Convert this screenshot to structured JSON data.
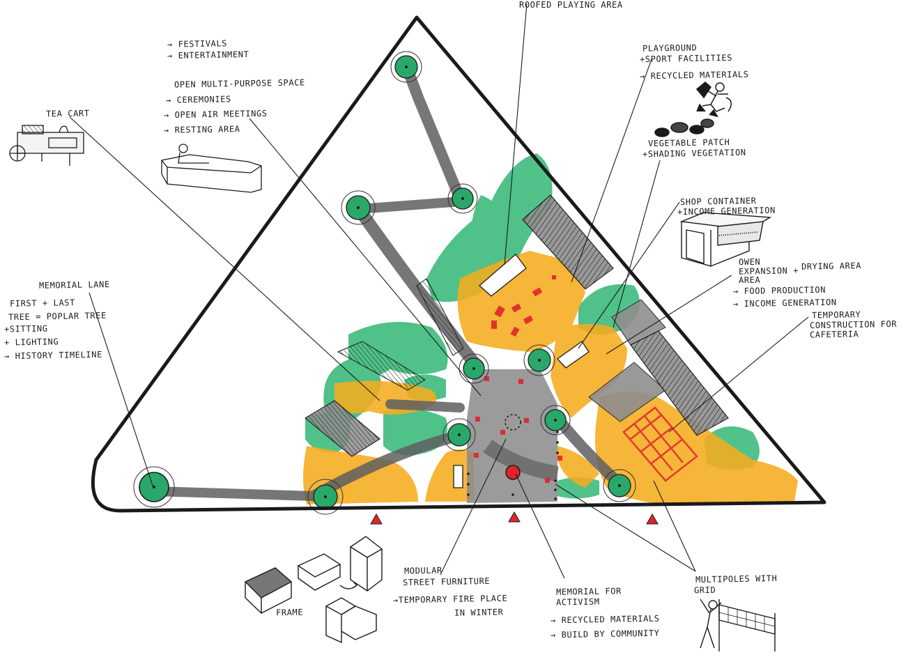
{
  "labels": {
    "roofed_playing_area": "ROOFED PLAYING AREA",
    "festivals": "→ FESTIVALS",
    "entertainment": "→ ENTERTAINMENT",
    "open_multi_purpose": "OPEN MULTI-PURPOSE SPACE",
    "ceremonies": "→ CEREMONIES",
    "open_air_meetings": "→ OPEN AIR MEETINGS",
    "resting_area": "→ RESTING AREA",
    "tea_cart": "TEA CART",
    "playground": "PLAYGROUND",
    "sport_facilities": "+SPORT FACILITIES",
    "recycled_materials_1": "→ RECYCLED MATERIALS",
    "vegetable_patch": "VEGETABLE PATCH",
    "shading_vegetation": "+SHADING VEGETATION",
    "shop_container": "SHOP CONTAINER",
    "income_generation_1": "+INCOME GENERATION",
    "owen_expansion": "OWEN",
    "expansion_line": "EXPANSION +",
    "area_line": "AREA",
    "drying_area": "DRYING AREA",
    "food_production": "→ FOOD PRODUCTION",
    "income_generation_2": "→ INCOME GENERATION",
    "temporary_construction": "TEMPORARY",
    "construction_for": "CONSTRUCTION FOR",
    "cafeteria": "CAFETERIA",
    "memorial_lane": "MEMORIAL LANE",
    "first_last": "FIRST + LAST",
    "tree_poplar": "TREE = POPLAR TREE",
    "sitting": "+SITTING",
    "lighting": "+ LIGHTING",
    "history_timeline": "→ HISTORY TIMELINE",
    "modular": "MODULAR",
    "street_furniture": "STREET FURNITURE",
    "temporary_fire_place": "→TEMPORARY FIRE PLACE",
    "in_winter": "IN WINTER",
    "frame": "FRAME",
    "memorial_for": "MEMORIAL FOR",
    "activism": "ACTIVISM",
    "recycled_materials_2": "→ RECYCLED MATERIALS",
    "build_by_community": "→ BUILD BY COMMUNITY",
    "multipoles_with": "MULTIPOLES WITH",
    "grid": "GRID"
  },
  "colors": {
    "outline": "#1a1a1a",
    "vegetation": "#3dbb7d",
    "paving": "#f5ac1e",
    "roof_grey": "#8e8e8e",
    "path_grey": "#6d6d6d",
    "accent_red": "#e0242c",
    "tree_canopy": "#29a86a"
  }
}
